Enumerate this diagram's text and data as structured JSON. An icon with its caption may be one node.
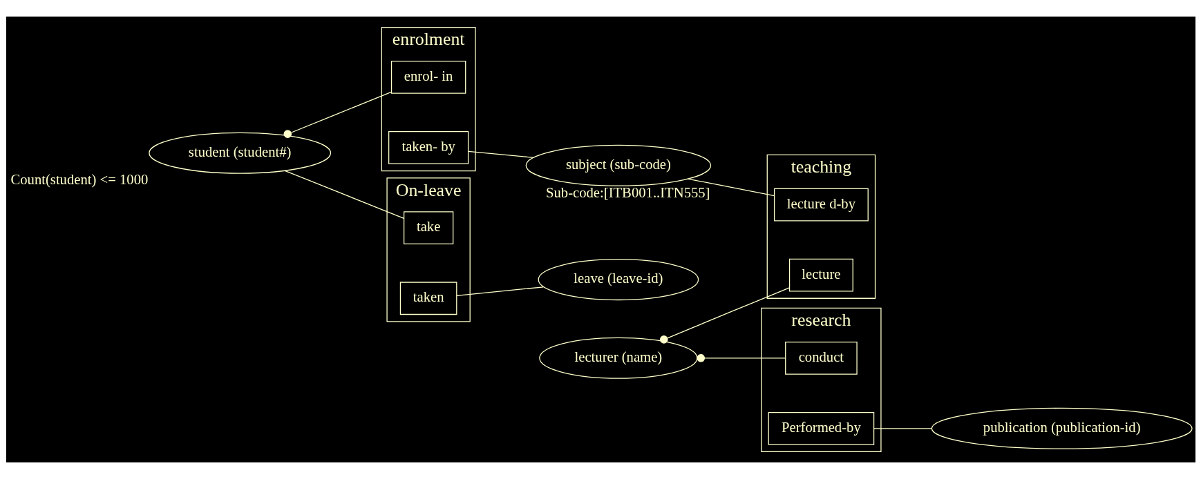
{
  "diagram": {
    "nodes": [
      {
        "text": [
          "student (student#)"
        ],
        "beside": [
          "Count(student) <= 1000"
        ]
      },
      {
        "text": [
          "enrolment"
        ]
      },
      {
        "text": [
          "enrol- in"
        ],
        "in": 1
      },
      {
        "text": [
          "taken- by"
        ],
        "in": 1
      },
      {
        "text": [
          "subject (sub-code)"
        ],
        "beside": [
          "Sub-code:[ITB001..ITN555]"
        ]
      },
      {
        "text": [
          "teaching"
        ]
      },
      {
        "text": [
          "lecture d-by"
        ],
        "in": 5
      },
      {
        "text": [
          "lecture"
        ],
        "in": 5
      },
      {
        "text": [
          "lecturer (name)"
        ]
      },
      {
        "text": [
          "On-leave"
        ]
      },
      {
        "text": [
          "take"
        ],
        "in": 9
      },
      {
        "text": [
          "taken"
        ],
        "in": 9
      },
      {
        "text": [
          "research"
        ]
      },
      {
        "text": [
          "conduct"
        ],
        "in": 12
      },
      {
        "text": [
          "Performed-by"
        ],
        "in": 12
      },
      {
        "text": [
          "leave (leave-id)"
        ]
      },
      {
        "text": [
          "publication (publication-id)"
        ]
      }
    ],
    "edges": [
      {
        "from": 0,
        "to": 2,
        "arrow": "other"
      },
      {
        "from": 3,
        "to": 4,
        "arrow": "none"
      },
      {
        "from": 4,
        "to": 6,
        "arrow": "none"
      },
      {
        "from": 8,
        "to": 7,
        "arrow": "other"
      },
      {
        "from": 0,
        "to": 10,
        "arrow": "none"
      },
      {
        "from": 8,
        "to": 13,
        "arrow": "other"
      },
      {
        "from": 11,
        "to": 15,
        "arrow": "none"
      },
      {
        "from": 14,
        "to": 16,
        "arrow": "none"
      }
    ]
  }
}
